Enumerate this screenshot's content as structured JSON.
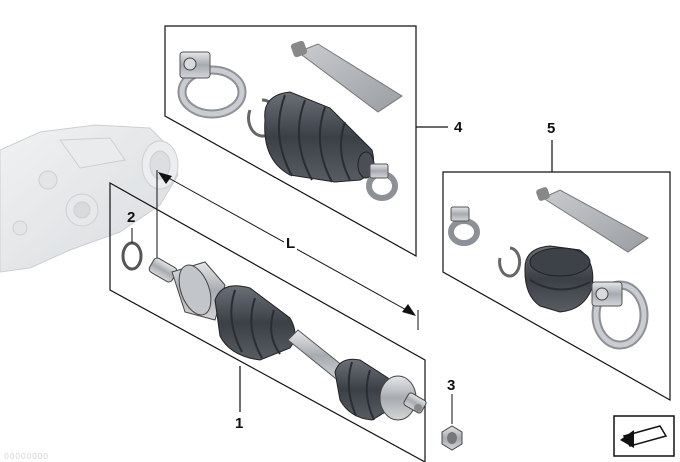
{
  "diagram": {
    "callouts": {
      "shaft_assembly": "1",
      "circlip": "2",
      "collar_nut": "3",
      "outer_boot_kit": "4",
      "inner_boot_kit": "5",
      "length_dimension": "L"
    },
    "watermark": "00000000"
  },
  "icons": {
    "orientation_icon": "arrow-in-box-icon"
  },
  "colors": {
    "line": "#111111",
    "boot": "#4a4e55",
    "metal": "#b8bbbf",
    "housing_ghost": "#e2e4e6"
  }
}
